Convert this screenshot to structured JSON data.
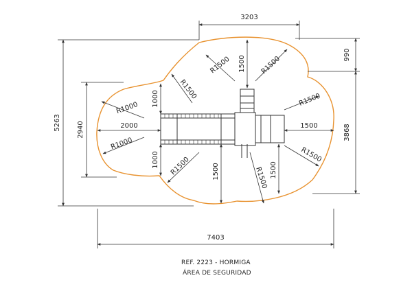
{
  "dimensions": {
    "top_width": "3203",
    "right_top": "990",
    "right_main": "3868",
    "left_outer": "5263",
    "left_inner": "2940",
    "bottom_width": "7403",
    "inner_left": "2000",
    "inner_right": "1500",
    "vert_top_center": "1500",
    "vert_upper_left": "1000",
    "vert_lower_left": "1000",
    "vert_lower_center": "1500",
    "vert_lower_right": "1500"
  },
  "radii": {
    "r_top_left_outer": "R1500",
    "r_top_right": "R1500",
    "r_upper_left_mid": "R1500",
    "r_right_upper": "R1500",
    "r_left_upper": "R1000",
    "r_left_lower": "R1000",
    "r_lower_left_mid": "R1500",
    "r_lower_center": "R1500",
    "r_right_lower": "R1500"
  },
  "caption": {
    "line1": "REF. 2223 - HORMIGA",
    "line2": "ÁREA DE SEGURIDAD"
  },
  "colors": {
    "safety_outline": "#e8922f",
    "lines": "#333333"
  }
}
